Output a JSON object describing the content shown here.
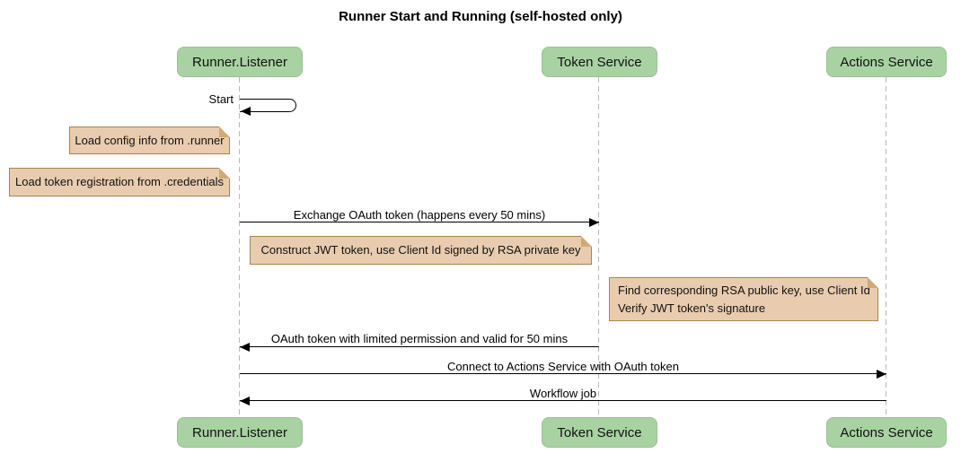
{
  "title": "Runner Start and Running (self-hosted only)",
  "participants": [
    {
      "id": "runner-listener",
      "label": "Runner.Listener"
    },
    {
      "id": "token-service",
      "label": "Token Service"
    },
    {
      "id": "actions-service",
      "label": "Actions Service"
    }
  ],
  "messages": [
    {
      "from": "runner-listener",
      "to": "runner-listener",
      "type": "self",
      "label": "Start"
    },
    {
      "from": "runner-listener",
      "to": "token-service",
      "type": "solid-arrow",
      "label": "Exchange OAuth token (happens every 50 mins)"
    },
    {
      "from": "token-service",
      "to": "runner-listener",
      "type": "solid-arrow",
      "label": "OAuth token with limited permission and valid for 50 mins"
    },
    {
      "from": "runner-listener",
      "to": "actions-service",
      "type": "solid-arrow",
      "label": "Connect to Actions Service with OAuth token"
    },
    {
      "from": "actions-service",
      "to": "runner-listener",
      "type": "solid-arrow",
      "label": "Workflow job"
    }
  ],
  "notes": [
    {
      "lines": [
        "Load config info from .runner"
      ]
    },
    {
      "lines": [
        "Load token registration from .credentials"
      ]
    },
    {
      "lines": [
        "Construct JWT token, use Client Id signed by RSA private key"
      ]
    },
    {
      "lines": [
        "Find corresponding RSA public key, use Client Id",
        "Verify JWT token's signature"
      ]
    }
  ],
  "colors": {
    "background": "#ffffff",
    "participant_fill": "#a9d2a3",
    "participant_border": "#9bbf95",
    "note_fill": "#e9ccaf",
    "note_border": "#a9844f",
    "lifeline": "#b9b9b9",
    "line": "#000000",
    "text": "#000000"
  }
}
